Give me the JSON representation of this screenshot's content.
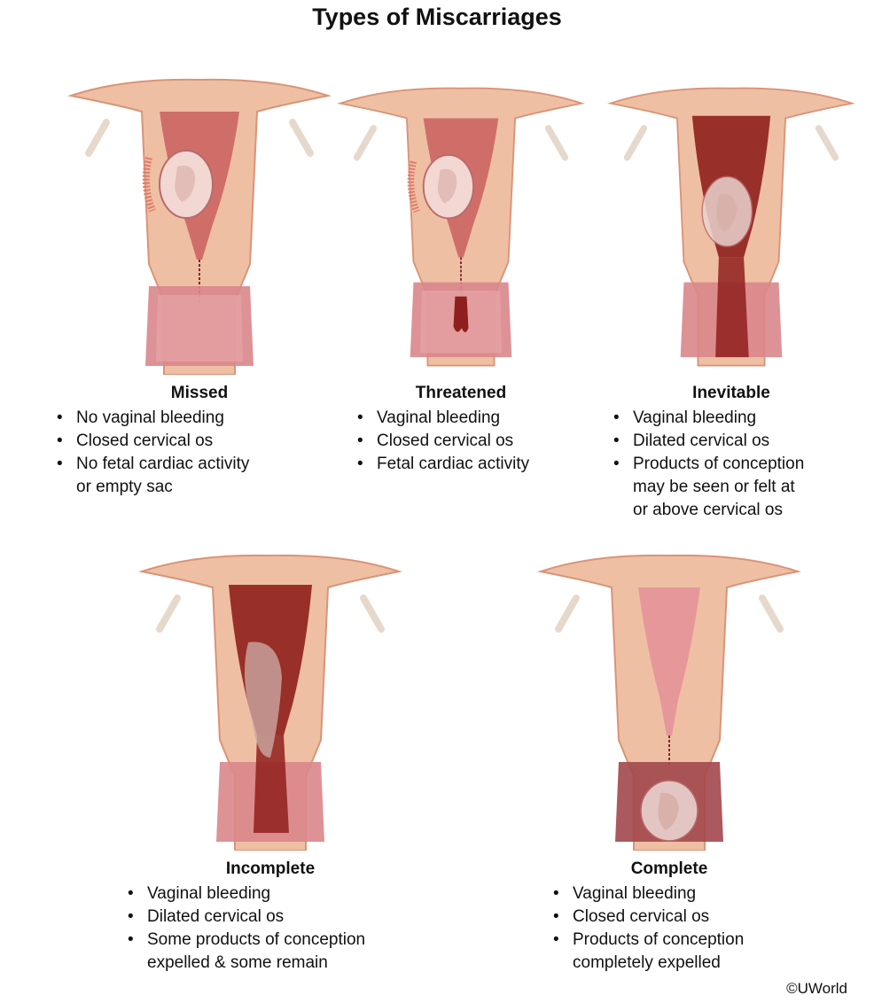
{
  "title": "Types of Miscarriages",
  "copyright": "©UWorld",
  "colors": {
    "tissue": "#efbfa3",
    "tissue_dark": "#d99478",
    "cavity": "#c95f5f",
    "blood": "#8f1f1c",
    "vagina": "#d9868b",
    "fetus": "#e8cfc9"
  },
  "panels": [
    {
      "id": "missed",
      "label": "Missed",
      "bullets": [
        "No vaginal bleeding",
        "Closed cervical os",
        "No fetal cardiac activity or empty sac"
      ],
      "bullet_lines": [
        [
          "No vaginal bleeding"
        ],
        [
          "Closed cervical os"
        ],
        [
          "No fetal cardiac activity",
          "or empty sac"
        ]
      ],
      "cervix_state": "closed",
      "bleeding": "none",
      "fetus": "intact-in-uterus"
    },
    {
      "id": "threatened",
      "label": "Threatened",
      "bullets": [
        "Vaginal bleeding",
        "Closed cervical os",
        "Fetal cardiac activity"
      ],
      "bullet_lines": [
        [
          "Vaginal bleeding"
        ],
        [
          "Closed cervical os"
        ],
        [
          "Fetal cardiac activity"
        ]
      ],
      "cervix_state": "closed",
      "bleeding": "light",
      "fetus": "intact-in-uterus"
    },
    {
      "id": "inevitable",
      "label": "Inevitable",
      "bullets": [
        "Vaginal bleeding",
        "Dilated cervical os",
        "Products of conception may be seen or felt at or above cervical os"
      ],
      "bullet_lines": [
        [
          "Vaginal bleeding"
        ],
        [
          "Dilated cervical os"
        ],
        [
          "Products of conception",
          "may be seen or felt at",
          "or above cervical os"
        ]
      ],
      "cervix_state": "dilated",
      "bleeding": "heavy",
      "fetus": "at-os"
    },
    {
      "id": "incomplete",
      "label": "Incomplete",
      "bullets": [
        "Vaginal bleeding",
        "Dilated cervical os",
        "Some products of conception expelled & some remain"
      ],
      "bullet_lines": [
        [
          "Vaginal bleeding"
        ],
        [
          "Dilated cervical os"
        ],
        [
          "Some products of conception",
          "expelled & some remain"
        ]
      ],
      "cervix_state": "dilated",
      "bleeding": "heavy",
      "fetus": "partially-expelled"
    },
    {
      "id": "complete",
      "label": "Complete",
      "bullets": [
        "Vaginal bleeding",
        "Closed cervical os",
        "Products of conception completely expelled"
      ],
      "bullet_lines": [
        [
          "Vaginal bleeding"
        ],
        [
          "Closed cervical os"
        ],
        [
          "Products of conception",
          "completely expelled"
        ]
      ],
      "cervix_state": "closed",
      "bleeding": "light",
      "fetus": "expelled"
    }
  ]
}
